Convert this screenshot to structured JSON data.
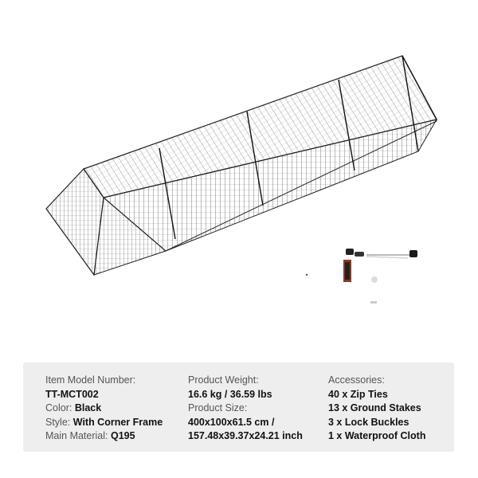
{
  "image": {
    "subject": "rectangular wire cage with triangular roof",
    "cage_color": "#222222",
    "accessory_icon_names": [
      "zip-ties-icon",
      "ground-stake-icon",
      "lock-buckle-icon",
      "waterproof-cloth-icon"
    ]
  },
  "specs": {
    "model_label": "Item Model Number:",
    "model_value": "TT-MCT002",
    "color_label": "Color:",
    "color_value": "Black",
    "style_label": "Style:",
    "style_value": "With Corner Frame",
    "material_label": "Main Material:",
    "material_value": "Q195",
    "weight_label": "Product Weight:",
    "weight_value": "16.6 kg / 36.59 lbs",
    "size_label": "Product Size:",
    "size_value_cm": "400x100x61.5 cm /",
    "size_value_inch": "157.48x39.37x24.21 inch",
    "accessories_label": "Accessories:",
    "accessories_items": [
      "40 x Zip Ties",
      "13 x Ground Stakes",
      "3 x Lock Buckles",
      "1 x Waterproof Cloth"
    ]
  }
}
